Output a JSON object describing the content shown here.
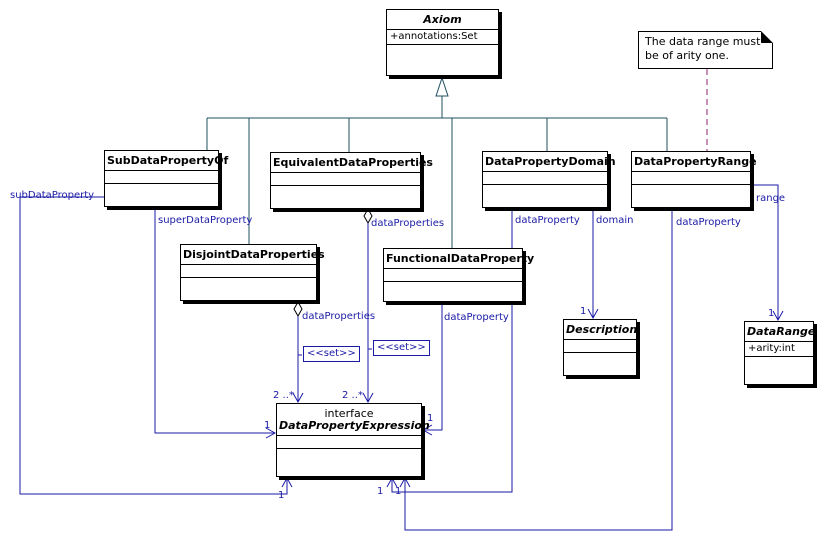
{
  "classes": {
    "axiom": {
      "name": "Axiom",
      "attribute": "+annotations:Set"
    },
    "sub_data_property_of": {
      "name": "SubDataPropertyOf"
    },
    "equivalent_data_properties": {
      "name": "EquivalentDataProperties"
    },
    "data_property_domain": {
      "name": "DataPropertyDomain"
    },
    "data_property_range": {
      "name": "DataPropertyRange"
    },
    "disjoint_data_properties": {
      "name": "DisjointDataProperties"
    },
    "functional_data_property": {
      "name": "FunctionalDataProperty"
    },
    "description": {
      "name": "Description"
    },
    "data_range": {
      "name": "DataRange",
      "attribute": "+arity:int"
    },
    "data_property_expression": {
      "stereotype": "interface",
      "name": "DataPropertyExpression"
    }
  },
  "note": {
    "line1": "The data range must",
    "line2": "be of arity one."
  },
  "roles": {
    "sub_data_property": "subDataProperty",
    "super_data_property": "superDataProperty",
    "equiv_data_properties": "dataProperties",
    "disjoint_data_properties": "dataProperties",
    "domain_data_property": "dataProperty",
    "domain": "domain",
    "functional_data_property": "dataProperty",
    "range_data_property": "dataProperty",
    "range": "range"
  },
  "multiplicities": {
    "description": "1",
    "data_range": "1",
    "disjoint": "2 ..*",
    "equivalent": "2 ..*",
    "super": "1",
    "functional": "1",
    "sub": "1",
    "domain_prop": "1",
    "range_prop": "1"
  },
  "stereotypes": {
    "disjoint_set": "<<set>>",
    "equivalent_set": "<<set>>"
  },
  "colors": {
    "generalization": "#1f4f5f",
    "association": "#1a1aa6",
    "note_link": "#8e1f6e",
    "border": "#000000"
  }
}
